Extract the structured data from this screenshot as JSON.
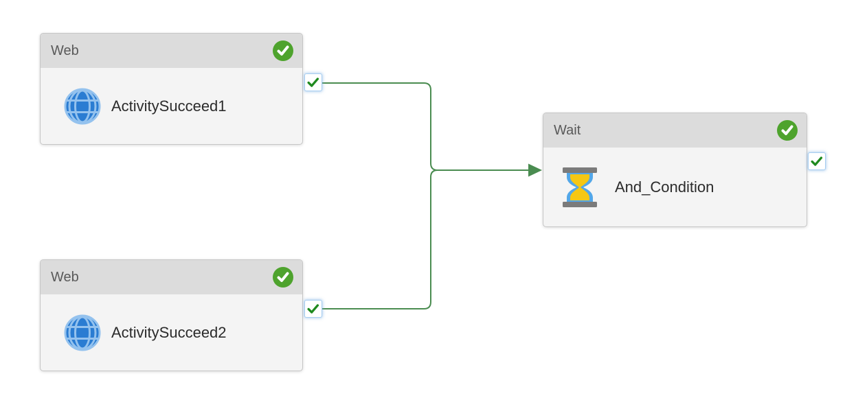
{
  "diagram": {
    "tool": "pipeline-designer-canvas",
    "nodes": [
      {
        "type_label": "Web",
        "name": "ActivitySucceed1",
        "icon": "globe-icon",
        "status_icon": "success-check-badge",
        "output_port": {
          "icon": "green-check",
          "checked": true
        }
      },
      {
        "type_label": "Web",
        "name": "ActivitySucceed2",
        "icon": "globe-icon",
        "status_icon": "success-check-badge",
        "output_port": {
          "icon": "green-check",
          "checked": true
        }
      },
      {
        "type_label": "Wait",
        "name": "And_Condition",
        "icon": "hourglass-icon",
        "status_icon": "success-check-badge",
        "output_port": {
          "icon": "green-check",
          "checked": true
        }
      }
    ],
    "connections": [
      {
        "from": "ActivitySucceed1",
        "to": "And_Condition",
        "condition": "success"
      },
      {
        "from": "ActivitySucceed2",
        "to": "And_Condition",
        "condition": "success"
      }
    ],
    "colors": {
      "canvas_bg": "#ffffff",
      "node_header_bg": "#dcdcdc",
      "node_body_bg": "#f4f4f4",
      "node_border": "#c6c6c6",
      "type_label_text": "#595959",
      "name_text": "#2b2b2b",
      "status_badge_green": "#4ea32d",
      "connector_green": "#4a8c50",
      "port_check_green": "#1f8a1f",
      "port_border_blue": "#a6cdf1",
      "globe_blue": "#2a7cd2",
      "globe_grid_blue": "#94c2ee",
      "hourglass_cap_gray": "#7b7b7b",
      "hourglass_glass_blue": "#53a7e8",
      "hourglass_sand_yellow": "#f6c714"
    }
  }
}
